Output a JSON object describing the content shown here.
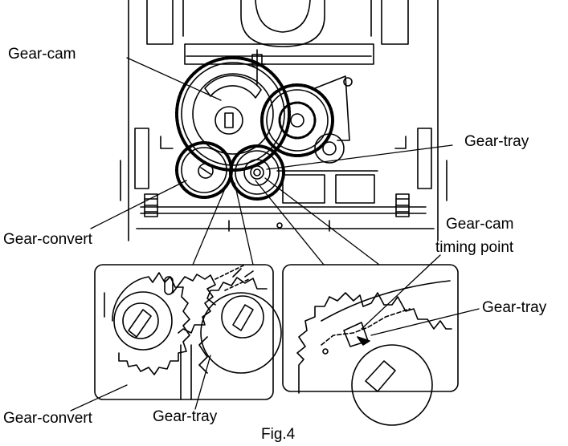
{
  "labels": {
    "gear_cam": "Gear-cam",
    "gear_tray_main": "Gear-tray",
    "gear_convert_main": "Gear-convert",
    "gear_cam_timing_line1": "Gear-cam",
    "gear_cam_timing_line2": "timing point",
    "gear_tray_detail_right": "Gear-tray",
    "gear_convert_detail": "Gear-convert",
    "gear_tray_detail_left": "Gear-tray"
  },
  "caption": "Fig.4"
}
